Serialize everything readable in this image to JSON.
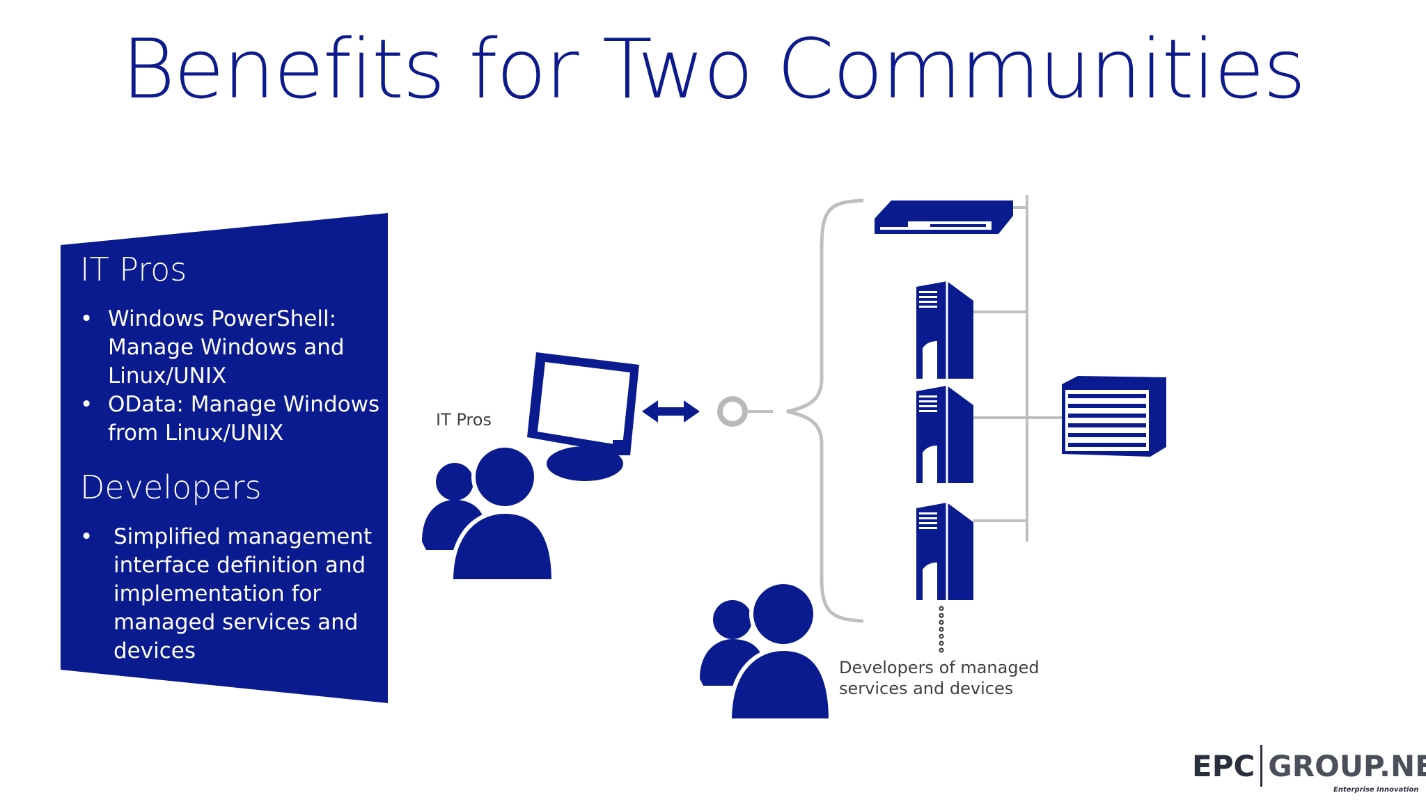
{
  "slide": {
    "title": "Benefits for Two Communities"
  },
  "panel": {
    "it_pros": {
      "heading": "IT Pros",
      "bullets": [
        {
          "dot": "•",
          "text_lines": [
            "Windows PowerShell:",
            "Manage Windows and",
            "Linux/UNIX"
          ]
        },
        {
          "dot": "•",
          "text_lines": [
            "OData: Manage Windows",
            "from Linux/UNIX"
          ]
        }
      ]
    },
    "developers": {
      "heading": "Developers",
      "bullets": [
        {
          "dot": "•",
          "text_lines": [
            "Simplified management",
            "interface definition and",
            "implementation for",
            "managed services and",
            "devices"
          ]
        }
      ]
    }
  },
  "diagram": {
    "it_pros_label": "IT Pros",
    "developers_label_line1": "Developers of managed",
    "developers_label_line2": "services and devices",
    "icons": [
      "users-icon",
      "monitor-icon",
      "double-arrow-icon",
      "connector-circle-icon",
      "brace",
      "switch-icon",
      "server-tower-icon",
      "storage-array-icon"
    ]
  },
  "logo": {
    "part1": "EPC",
    "part2": "GROUP.NET",
    "tagline": "Enterprise Innovation"
  },
  "colors": {
    "brand_blue": "#0d1a8c",
    "panel_blue": "#0a1a8f",
    "line_gray": "#bfbfbf"
  }
}
